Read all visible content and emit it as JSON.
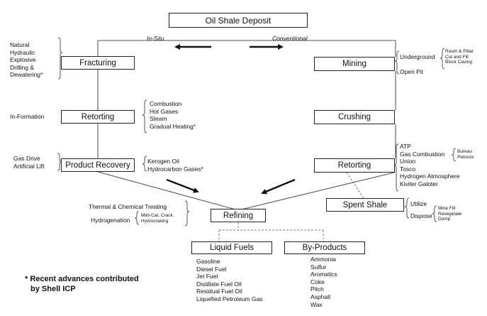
{
  "title": "Oil Shale Deposit",
  "branches": {
    "in_situ": "In-Situ",
    "conventional": "Conventional"
  },
  "left_chain": {
    "fracturing": {
      "label": "Fracturing",
      "methods": [
        "Natural",
        "Hydraulic",
        "Explosive",
        "Drilling &",
        "Dewatering*"
      ]
    },
    "retorting": {
      "label": "Retorting",
      "setting": "In-Formation",
      "heat_sources": [
        "Combustion",
        "Hot Gases",
        "Steam",
        "Gradual Heating*"
      ]
    },
    "product_recovery": {
      "label": "Product Recovery",
      "methods": [
        "Gas Drive",
        "Artificial Lift"
      ],
      "products": [
        "Kerogen Oil",
        "Hydrocarbon Gases*"
      ]
    }
  },
  "right_chain": {
    "mining": {
      "label": "Mining",
      "types": [
        "Underground",
        "Open Pit"
      ],
      "underground_methods": [
        "Room & Pillar",
        "Cut and Fill",
        "Block Caving"
      ]
    },
    "crushing": {
      "label": "Crushing"
    },
    "retorting": {
      "label": "Retorting",
      "processes": [
        "ATP",
        "Gas Combustion",
        "Union",
        "Tosco",
        "Hydrogen Atmosphere",
        "Kiviter Galoter"
      ],
      "gas_combustion_variants": [
        "Bureau",
        "Petrosix"
      ]
    },
    "spent_shale": {
      "label": "Spent Shale",
      "options": [
        "Utilize",
        "Dispose"
      ],
      "dispose_methods": [
        "Mine Fill",
        "Revegetate",
        "Dump"
      ]
    }
  },
  "refining": {
    "label": "Refining",
    "treating": "Thermal & Chemical Treating",
    "hydrogenation": "Hydrogenation",
    "hydrogenation_methods": [
      "Mild-Cat. Crack.",
      "Hydrocraking"
    ]
  },
  "liquid_fuels": {
    "label": "Liquid Fuels",
    "items": [
      "Gasoline",
      "Diesel Fuel",
      "Jet Fuel",
      "Distillate Fuel Oil",
      "Residual Fuel Oil",
      "Liquefied Petroleum Gas"
    ]
  },
  "by_products": {
    "label": "By-Products",
    "items": [
      "Ammonia",
      "Sulfur",
      "Aromatics",
      "Coke",
      "Pitch",
      "Asphalt",
      "Wax"
    ]
  },
  "footnote": [
    "* Recent advances contributed",
    "by Shell ICP"
  ]
}
